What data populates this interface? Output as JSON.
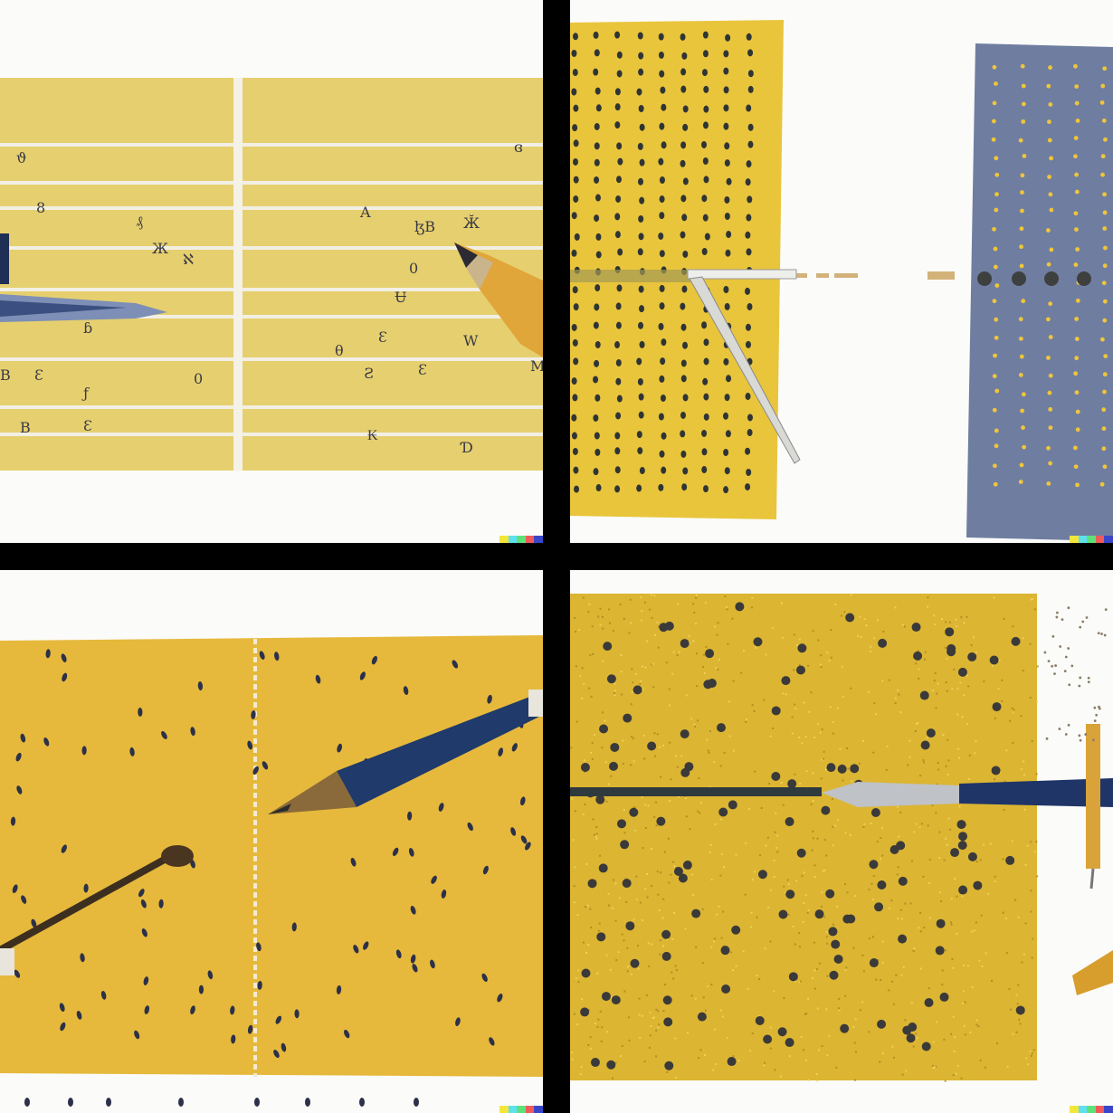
{
  "colors": {
    "gutter": "#000000",
    "paper": "#fbfbf9",
    "mustard": "#e9c64a",
    "mustard_light": "#e6cf6f",
    "slate": "#6d7fa0",
    "ink": "#2f3141",
    "pencil_blue": "#1f3a6b"
  },
  "panels": [
    {
      "id": "panel-1",
      "glyphs": [
        "ϑ",
        "8",
        "₰",
        "Ж",
        "ℵ",
        "A",
        "ɮB",
        "Ӂ",
        "0",
        "ɞ",
        "Ʉ",
        "ɓ",
        "Ɛ",
        "θ",
        "W",
        "M",
        "B",
        "Ɛ",
        "ƒ",
        "0",
        "Ƨ",
        "Ɛ",
        "B",
        "Ɛ",
        "₭",
        "Ɗ"
      ]
    },
    {
      "id": "panel-2"
    },
    {
      "id": "panel-3"
    },
    {
      "id": "panel-4"
    }
  ],
  "badge_colors": [
    "#f3e63b",
    "#5fe0ee",
    "#5de27a",
    "#f05a5a",
    "#3a46c8"
  ],
  "icons": [
    "pencil-icon",
    "brush-icon",
    "dotted-paper",
    "watermark-badge"
  ]
}
